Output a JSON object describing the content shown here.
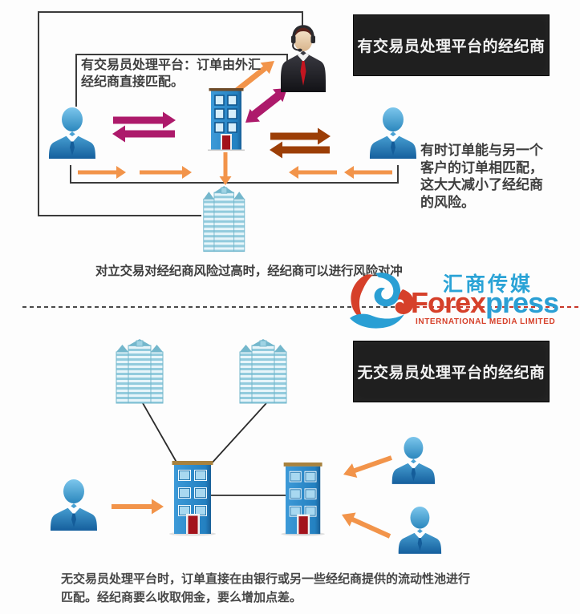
{
  "top_section": {
    "banner_label": "有交易员处理平台的经纪商",
    "note_left_line1": "有交易员处理平台：订单由外汇",
    "note_left_line2": "经纪商直接匹配。",
    "note_right_line1": "有时订单能与另一个",
    "note_right_line2": "客户的订单相匹配，",
    "note_right_line3": "这大大减小了经纪商",
    "note_right_line4": "的风险。",
    "caption": "对立交易对经纪商风险过高时，经纪商可以进行风险对冲"
  },
  "logo": {
    "chinese_name": "汇商传媒",
    "brand_part1": "Forex",
    "brand_part2": "press",
    "subtitle": "INTERNATIONAL MEDIA LIMITED"
  },
  "bottom_section": {
    "banner_label": "无交易员处理平台的经纪商",
    "caption_line1": "无交易员处理平台时，订单直接在由银行或另一些经纪商提供的流动性池进行",
    "caption_line2": "匹配。经纪商要么收取佣金，要么增加点差。"
  },
  "colors": {
    "arrow_orange": "#f2944a",
    "arrow_magenta": "#ad1a6b",
    "arrow_brown": "#9c3e06",
    "banner_bg": "#1f1f1f",
    "person_blue": "#2f8fc4",
    "building_blue": "#2b86c6",
    "skyscraper_cyan": "#92cbdd",
    "logo_red": "#d6402a",
    "logo_blue": "#2a9fd4"
  }
}
